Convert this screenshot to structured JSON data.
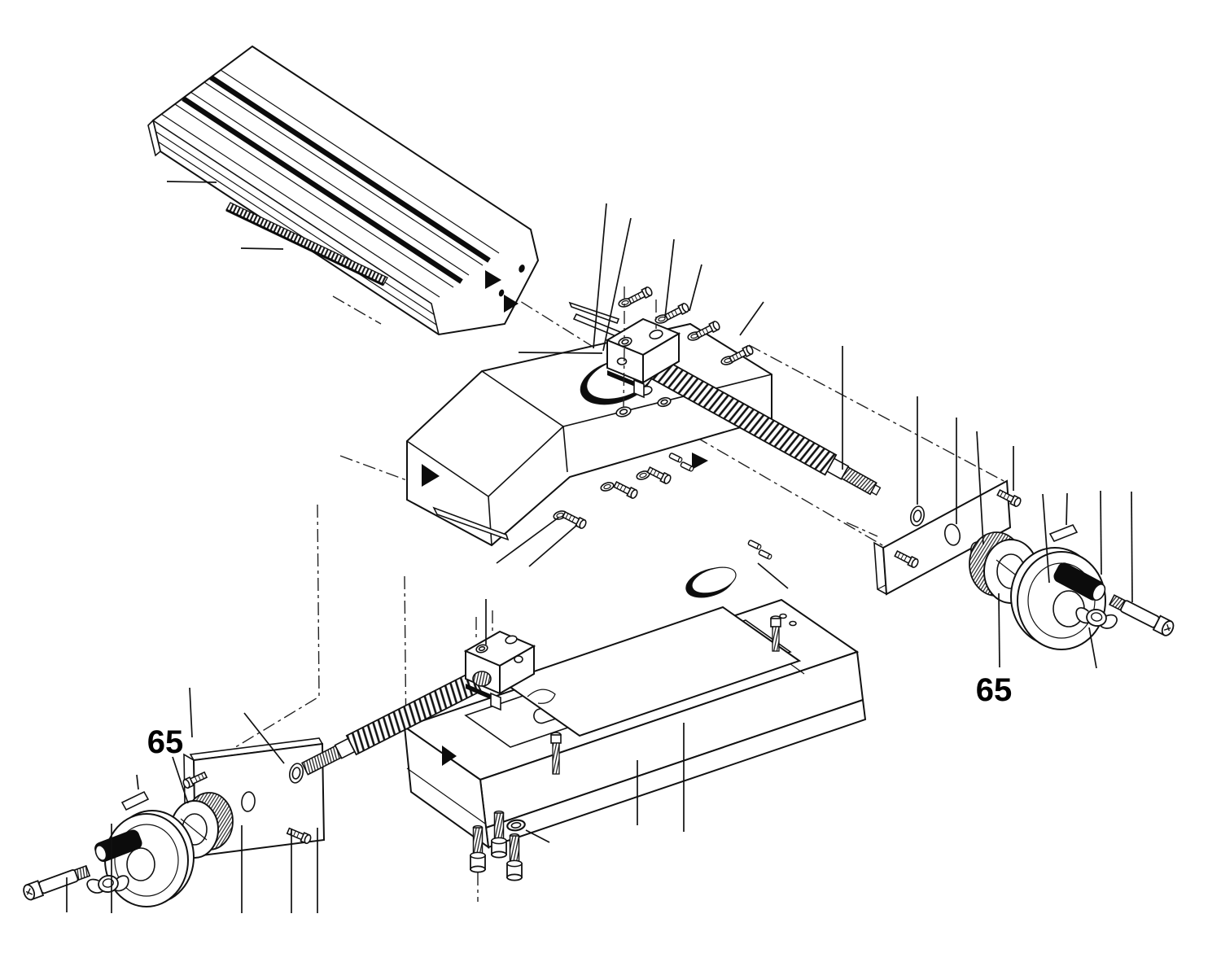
{
  "figure": {
    "type": "exploded-parts-diagram",
    "background_color": "#ffffff",
    "line_color": "#111111",
    "accent_black": "#0c0c0c"
  },
  "callouts": [
    {
      "text": "65",
      "target": "left-handwheel-dial-assembly"
    },
    {
      "text": "65",
      "target": "right-handwheel-dial-assembly"
    }
  ],
  "parts": [
    "t-slot-table",
    "scale-strip",
    "cross-slide-saddle",
    "upper-nut-block",
    "upper-leadscrew",
    "lower-nut-block",
    "lower-leadscrew",
    "base",
    "cover-plate",
    "left-end-plate",
    "right-end-plate",
    "knurled-dial",
    "handwheel",
    "wing-nut",
    "handwheel-screw",
    "washers",
    "gib-strips",
    "pan-head-screws",
    "cap-screws",
    "dowel-pins"
  ]
}
